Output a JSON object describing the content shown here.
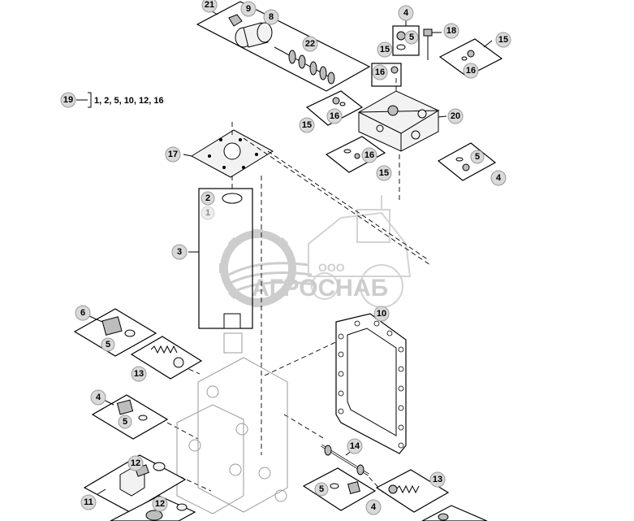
{
  "kit": {
    "number": "19",
    "contents": "1, 2, 5, 10, 12, 16"
  },
  "callouts": {
    "c21": "21",
    "c9": "9",
    "c8": "8",
    "c22": "22",
    "c4a": "4",
    "c5a": "5",
    "c18": "18",
    "c15a": "15",
    "c15b": "15",
    "c16a": "16",
    "c16b": "16",
    "c15c": "15",
    "c16c": "16",
    "c20": "20",
    "c17": "17",
    "c16d": "16",
    "c15d": "15",
    "c5b": "5",
    "c4b": "4",
    "c2": "2",
    "c1": "1",
    "c3": "3",
    "c6": "6",
    "c5c": "5",
    "c13a": "13",
    "c10": "10",
    "c4c": "4",
    "c5d": "5",
    "c14": "14",
    "c12a": "12",
    "c11": "11",
    "c12b": "12",
    "c5e": "5",
    "c4d": "4",
    "c13b": "13"
  },
  "watermark": {
    "prefix": "ООО",
    "name": "АГРОСНАБ"
  }
}
